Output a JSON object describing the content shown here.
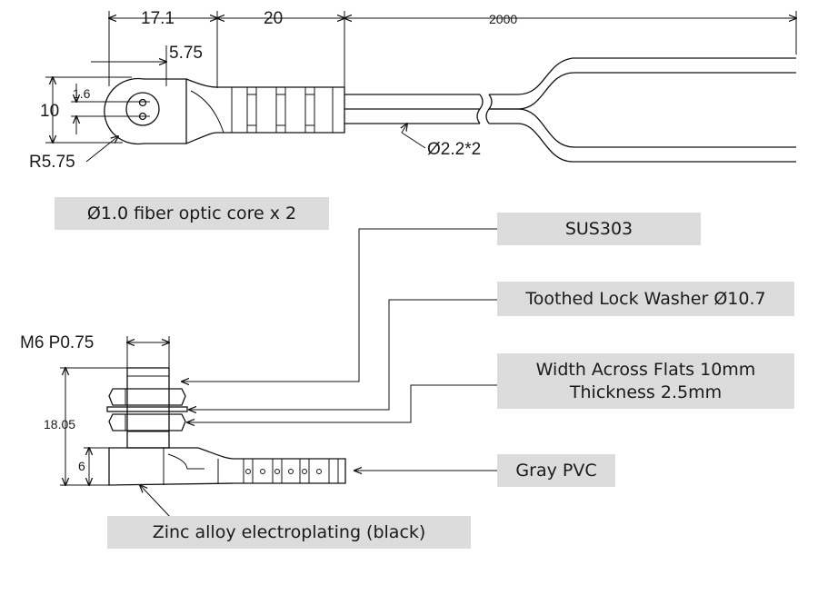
{
  "dimensions": {
    "length_17_1": "17.1",
    "length_20": "20",
    "cable_length": "2000",
    "offset_5_75": "5.75",
    "hole_1_6": "1.6",
    "width_10": "10",
    "radius": "R5.75",
    "cable_diameter": "Ø2.2*2",
    "thread": "M6 P0.75",
    "height_18_05": "18.05",
    "height_6": "6"
  },
  "callouts": {
    "core": "Ø1.0 fiber optic core x 2",
    "material": "SUS303",
    "washer": "Toothed Lock Washer Ø10.7",
    "nut_line1": "Width Across Flats 10mm",
    "nut_line2": "Thickness 2.5mm",
    "sheath": "Gray PVC",
    "body": "Zinc alloy electroplating (black)"
  },
  "colors": {
    "label_bg": "#dcdcdc",
    "line": "#111111"
  }
}
